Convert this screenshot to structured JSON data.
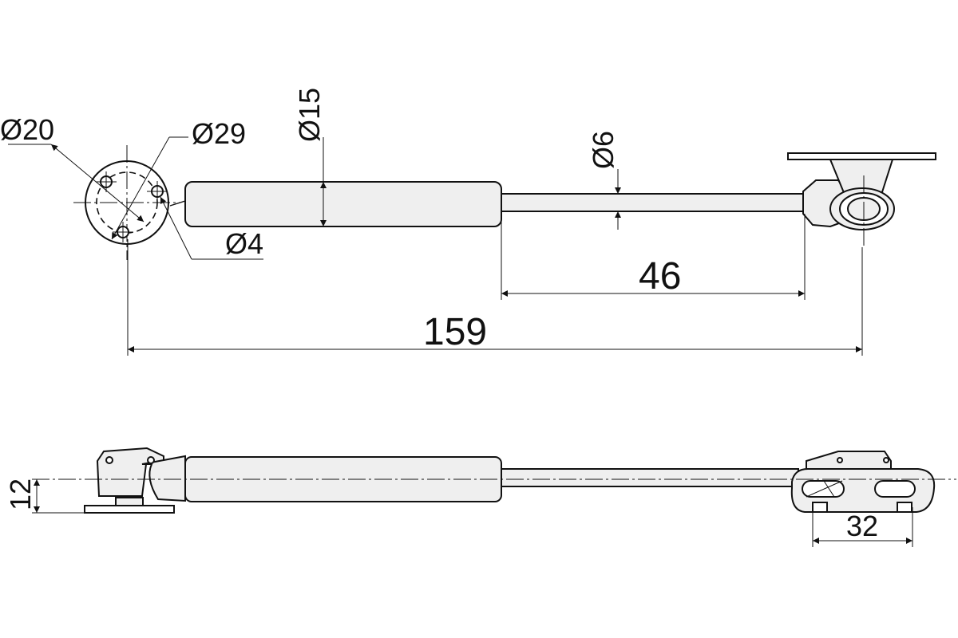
{
  "drawing": {
    "labels": {
      "d20": "Ø20",
      "d29": "Ø29",
      "d15": "Ø15",
      "d6": "Ø6",
      "d4": "Ø4",
      "len46": "46",
      "len159": "159",
      "h12": "12",
      "w32": "32"
    },
    "colors": {
      "line": "#111111",
      "fill": "#efefef",
      "background": "#ffffff"
    }
  }
}
